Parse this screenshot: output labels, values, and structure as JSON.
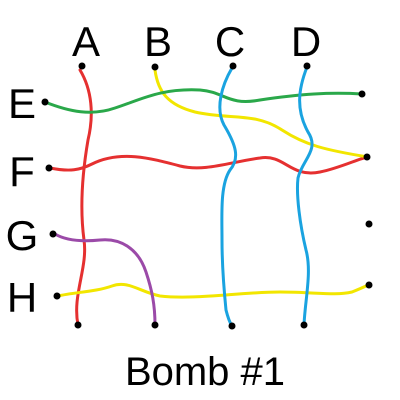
{
  "puzzle": {
    "column_labels": [
      "A",
      "B",
      "C",
      "D"
    ],
    "row_labels": [
      "E",
      "F",
      "G",
      "H"
    ],
    "title": "Bomb #1"
  },
  "wires": [
    {
      "color_name": "red",
      "color": "#e53030"
    },
    {
      "color_name": "red",
      "color": "#e53030"
    },
    {
      "color_name": "yellow",
      "color": "#f2e600"
    },
    {
      "color_name": "yellow",
      "color": "#f2e600"
    },
    {
      "color_name": "green",
      "color": "#2aa84a"
    },
    {
      "color_name": "blue",
      "color": "#1aa3e0"
    },
    {
      "color_name": "blue",
      "color": "#1aa3e0"
    },
    {
      "color_name": "purple",
      "color": "#9b4aa8"
    }
  ]
}
